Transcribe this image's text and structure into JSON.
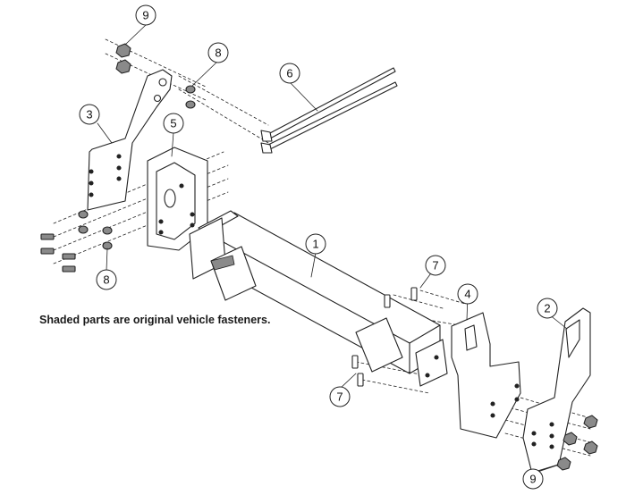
{
  "caption": "Shaded parts are original vehicle fasteners.",
  "colors": {
    "line": "#222222",
    "shade": "#8a8a8a",
    "background": "#ffffff"
  },
  "callouts": [
    {
      "id": "callout-9-top",
      "label": "9"
    },
    {
      "id": "callout-8-top",
      "label": "8"
    },
    {
      "id": "callout-6",
      "label": "6"
    },
    {
      "id": "callout-3",
      "label": "3"
    },
    {
      "id": "callout-5",
      "label": "5"
    },
    {
      "id": "callout-1",
      "label": "1"
    },
    {
      "id": "callout-8-bottom",
      "label": "8"
    },
    {
      "id": "callout-7-right",
      "label": "7"
    },
    {
      "id": "callout-4",
      "label": "4"
    },
    {
      "id": "callout-2",
      "label": "2"
    },
    {
      "id": "callout-7-bottom",
      "label": "7"
    },
    {
      "id": "callout-9-bottom",
      "label": "9"
    }
  ]
}
